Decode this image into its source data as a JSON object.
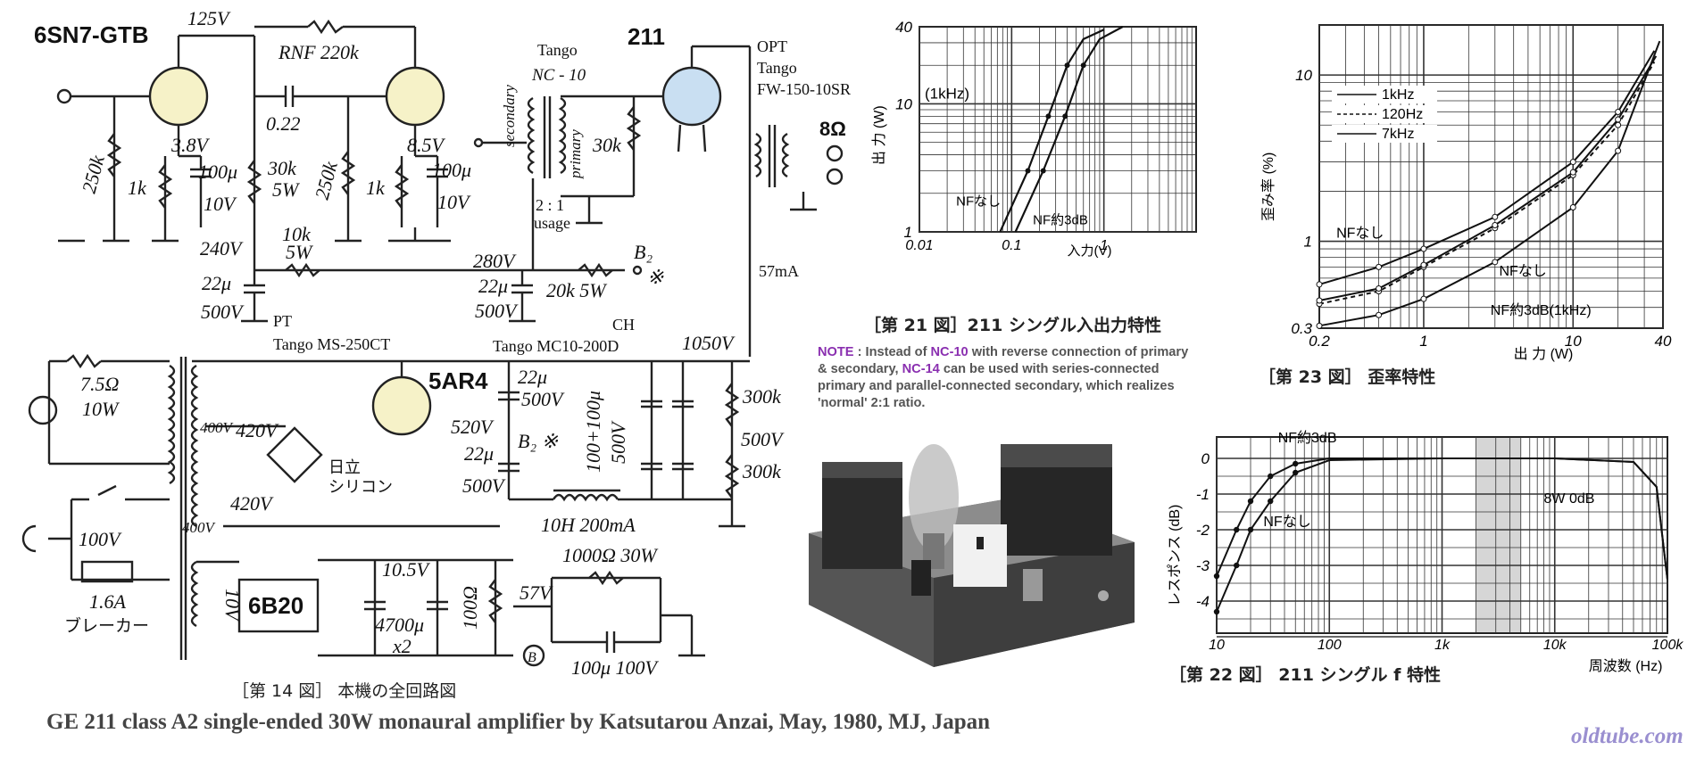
{
  "schematic": {
    "tube_6sn7": "6SN7-GTB",
    "v125": "125V",
    "rnf": "RNF 220k",
    "tube_211": "211",
    "it_tango": "Tango",
    "it_model": "NC - 10",
    "secondary": "secondary",
    "primary": "primary",
    "ratio": "2 : 1",
    "usage": "usage",
    "opt": "OPT",
    "opt_tango": "Tango",
    "opt_model": "FW-150-10SR",
    "r250k_a": "250k",
    "r1k_a": "1k",
    "v38": "3.8V",
    "c100u_a": "100μ",
    "v10_a": "10V",
    "c022": "0.22",
    "r30k5w": "30k",
    "w5": "5W",
    "r250k_b": "250k",
    "v85": "8.5V",
    "r1k_b": "1k",
    "c100u_b": "100μ",
    "v10_b": "10V",
    "r30k_grid": "30k",
    "ohm8": "8Ω",
    "v240": "240V",
    "r10k": "10k",
    "r10k_w": "5W",
    "v280": "280V",
    "r20k": "20k 5W",
    "b2": "B₂",
    "star": "※",
    "ma57": "57mA",
    "c22u_a": "22μ",
    "v500_a": "500V",
    "c22u_b": "22μ",
    "v500_b": "500V",
    "pt": "PT",
    "pt_model": "Tango  MS-250CT",
    "ch": "CH",
    "ch_model": "Tango MC10-200D",
    "v1050": "1050V",
    "r75": "7.5Ω",
    "w10": "10W",
    "rect": "5AR4",
    "c22u_c": "22μ",
    "v500_c": "500V",
    "v400a": "400V",
    "v420a": "420V",
    "v520": "520V",
    "b2b": "B₂ ※",
    "c22u_d": "22μ",
    "v500_d": "500V",
    "hitachi1": "日立",
    "hitachi2": "シリコン",
    "v420b": "420V",
    "v400b": "400V",
    "c100_100": "100+100μ",
    "v500_e": "500V",
    "r300k_a": "300k",
    "v500_f": "500V",
    "r300k_b": "300k",
    "choke": "10H  200mA",
    "v100": "100V",
    "fuse": "1.6A",
    "breaker": "ブレーカー",
    "v10t": "10V",
    "reg": "6B20",
    "v105": "10.5V",
    "c4700": "4700μ",
    "x2": "x2",
    "r100": "100Ω",
    "v57": "57V",
    "r1000": "1000Ω 30W",
    "c100u100v": "100μ  100V",
    "b_node": "B",
    "caption": "［第 14 図］  本機の全回路図"
  },
  "chart21": {
    "title_caption": "［第 21 図］211  シングル入出力特性",
    "ylabel": "出  力 (W)",
    "xlabel": "入力(V)",
    "freq_label": "(1kHz)",
    "y_ticks": [
      "40",
      "10",
      "1"
    ],
    "x_ticks": [
      "0.01",
      "0.1",
      "1"
    ],
    "label_nf_none": "NFなし",
    "label_nf_3db": "NF約3dB"
  },
  "chart23": {
    "title_caption": "［第 23 図］  歪率特性",
    "ylabel": "歪み率 (%)",
    "xlabel": "出  力 (W)",
    "y_ticks": [
      "10",
      "1",
      "0.3"
    ],
    "x_ticks": [
      "0.2",
      "1",
      "10",
      "40"
    ],
    "legend": [
      "1kHz",
      "120Hz",
      "7kHz"
    ],
    "label_nf_none_a": "NFなし",
    "label_nf_none_b": "NFなし",
    "label_nf_3db": "NF約3dB(1kHz)"
  },
  "chart22": {
    "title_caption": "［第 22 図］   211  シングル f 特性",
    "ylabel": "レスポンス (dB)",
    "xlabel": "周波数 (Hz)",
    "y_ticks": [
      "0",
      "-1",
      "-2",
      "-3",
      "-4"
    ],
    "x_ticks": [
      "10",
      "100",
      "1k",
      "10k",
      "100k"
    ],
    "label_nf_3db": "NF約3dB",
    "label_nf_none": "NFなし",
    "label_power": "8W  0dB"
  },
  "note": {
    "keyword": "NOTE",
    "text_a": " : Instead of ",
    "k1": "NC-10",
    "text_b": " with reverse connection of primary & secondary, ",
    "k2": "NC-14",
    "text_c": " can be used with series-connected primary and parallel-connected secondary, which realizes 'normal' 2:1 ratio."
  },
  "footer": "GE 211 class A2 single-ended 30W monaural amplifier by Katsutarou Anzai, May, 1980, MJ, Japan",
  "site": "oldtube.com"
}
